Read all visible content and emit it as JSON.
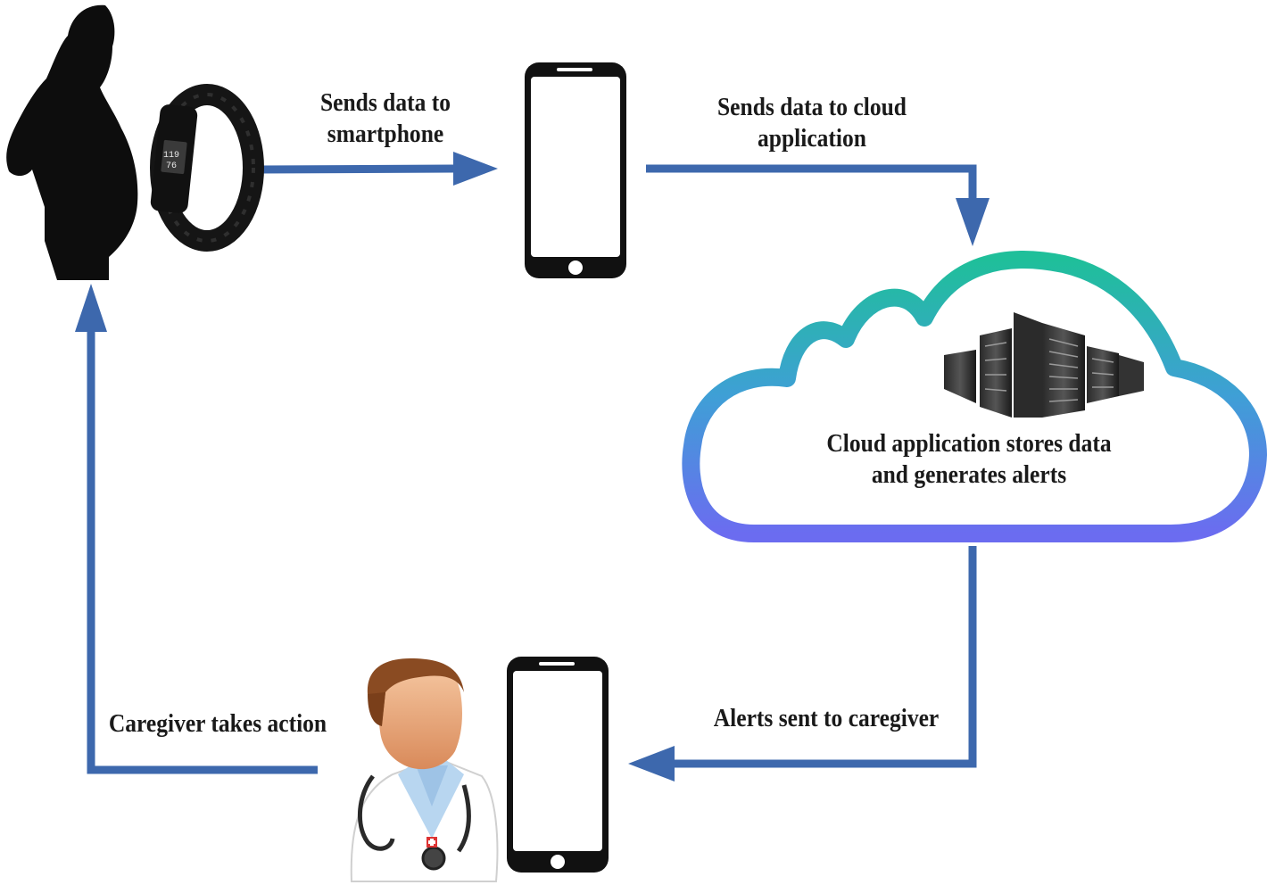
{
  "labels": {
    "to_smartphone": [
      "Sends data to",
      "smartphone"
    ],
    "to_cloud": [
      "Sends data to cloud",
      "application"
    ],
    "cloud": [
      "Cloud application stores data",
      "and generates alerts"
    ],
    "alerts": "Alerts sent to caregiver",
    "action": "Caregiver takes action"
  },
  "wristband_display": [
    "119",
    "76"
  ],
  "colors": {
    "arrow": "#3d68ad",
    "cloud_top": "#1fbf9a",
    "cloud_mid": "#3f9fd6",
    "cloud_bottom": "#6b6cf0",
    "silhouette": "#0d0d0d",
    "phone": "#111111"
  },
  "icons": [
    "pregnant-woman-icon",
    "wristband-icon",
    "smartphone-icon",
    "cloud-icon",
    "server-rack-icon",
    "doctor-icon"
  ]
}
